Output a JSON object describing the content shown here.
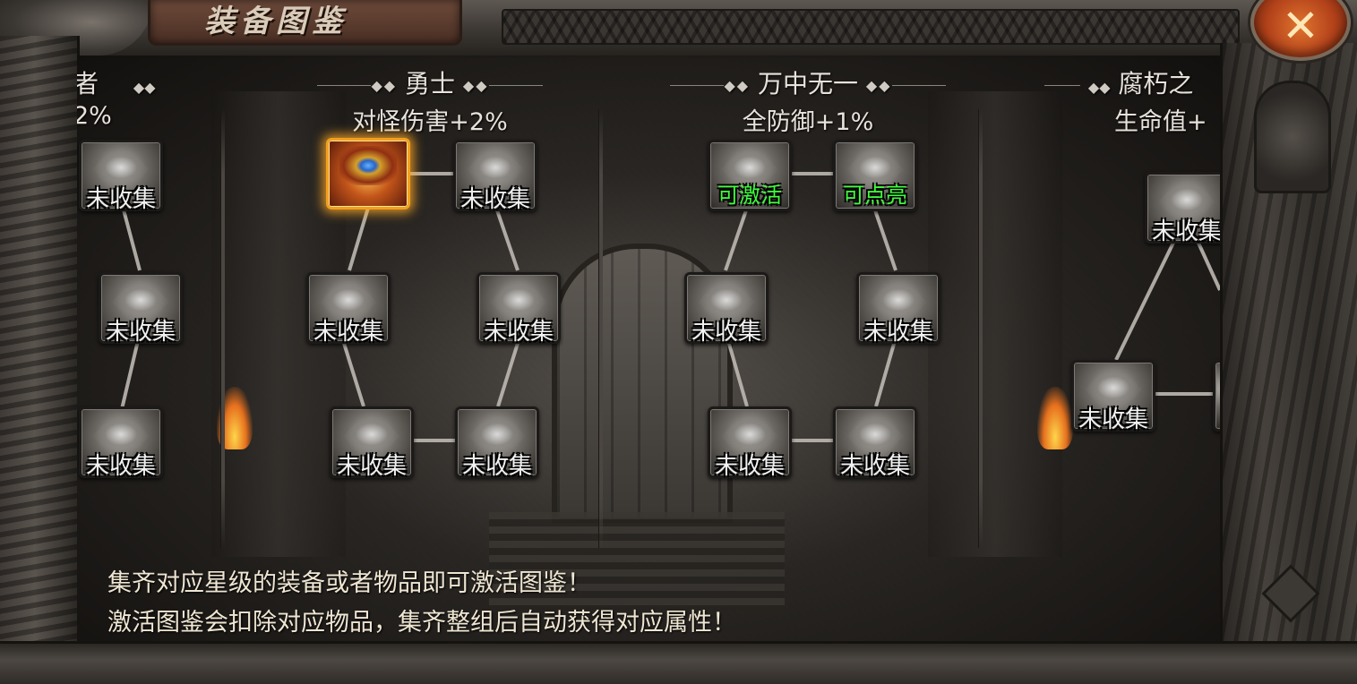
{
  "window": {
    "title": "装备图鉴",
    "close_label": "✕"
  },
  "sets": [
    {
      "key": "set0",
      "title": "者",
      "bonus": "2%"
    },
    {
      "key": "set1",
      "title": "勇士",
      "bonus": "对怪伤害+2%"
    },
    {
      "key": "set2",
      "title": "万中无一",
      "bonus": "全防御+1%"
    },
    {
      "key": "set3",
      "title": "腐朽之",
      "bonus": "生命值+"
    }
  ],
  "decor": {
    "title_ornament": "◆◆"
  },
  "slots": {
    "s0a": "未收集",
    "s0b": "未收集",
    "s0c": "未收集",
    "s1a": "",
    "s1b": "未收集",
    "s1c": "未收集",
    "s1d": "未收集",
    "s1e": "未收集",
    "s1f": "未收集",
    "s2a": "可激活",
    "s2b": "可点亮",
    "s2c": "未收集",
    "s2d": "未收集",
    "s2e": "未收集",
    "s2f": "未收集",
    "s3a": "未收集",
    "s3b": "未收集"
  },
  "notice": {
    "line1": "集齐对应星级的装备或者物品即可激活图鉴！",
    "line2": "激活图鉴会扣除对应物品，集齐整组后自动获得对应属性！"
  },
  "colors": {
    "status_available": "#3dff3a",
    "status_uncollected": "#f2f2f2",
    "collected_glow": "#f3a01c",
    "close_button": "#c9521f"
  }
}
